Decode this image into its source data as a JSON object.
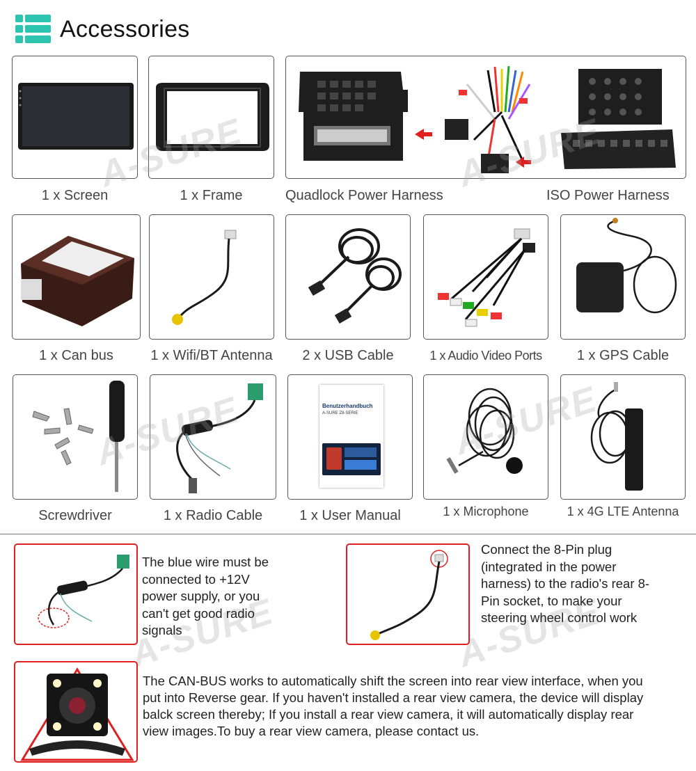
{
  "header": {
    "title": "Accessories",
    "icon": "list-icon"
  },
  "watermark": "A-SURE",
  "items": [
    {
      "caption": "1 x Screen"
    },
    {
      "caption": "1 x Frame"
    },
    {
      "caption": "Quadlock Power Harness"
    },
    {
      "caption": "ISO Power Harness"
    },
    {
      "caption": "1 x Can bus"
    },
    {
      "caption": "1 x Wifi/BT  Antenna"
    },
    {
      "caption": "2 x USB Cable"
    },
    {
      "caption": "1 x Audio Video Ports"
    },
    {
      "caption": "1 x GPS Cable"
    },
    {
      "caption": "Screwdriver"
    },
    {
      "caption": "1 x Radio Cable"
    },
    {
      "caption": "1 x User Manual"
    },
    {
      "caption": "1 x Microphone"
    },
    {
      "caption": "1 x 4G LTE Antenna"
    }
  ],
  "manual": {
    "title": "Benutzerhandbuch",
    "subtitle": "A-SURE Z8-SERIE"
  },
  "notes": {
    "radio_blue_wire": "The blue wire must be connected to +12V power supply, or you can't get good radio signals",
    "steering_plug": "Connect the 8-Pin plug (integrated in the power harness) to the radio's rear 8-Pin socket, to make your steering wheel control work",
    "canbus_reverse": "The CAN-BUS works to automatically shift the screen into rear view interface, when you put into Reverse gear. If you haven't installed a rear view camera, the device will display balck screen thereby; If you install a rear view camera, it will automatically display rear view images.To buy a rear view camera, please contact us."
  },
  "colors": {
    "accent": "#2ec5b0",
    "warning_red": "#e02020"
  }
}
